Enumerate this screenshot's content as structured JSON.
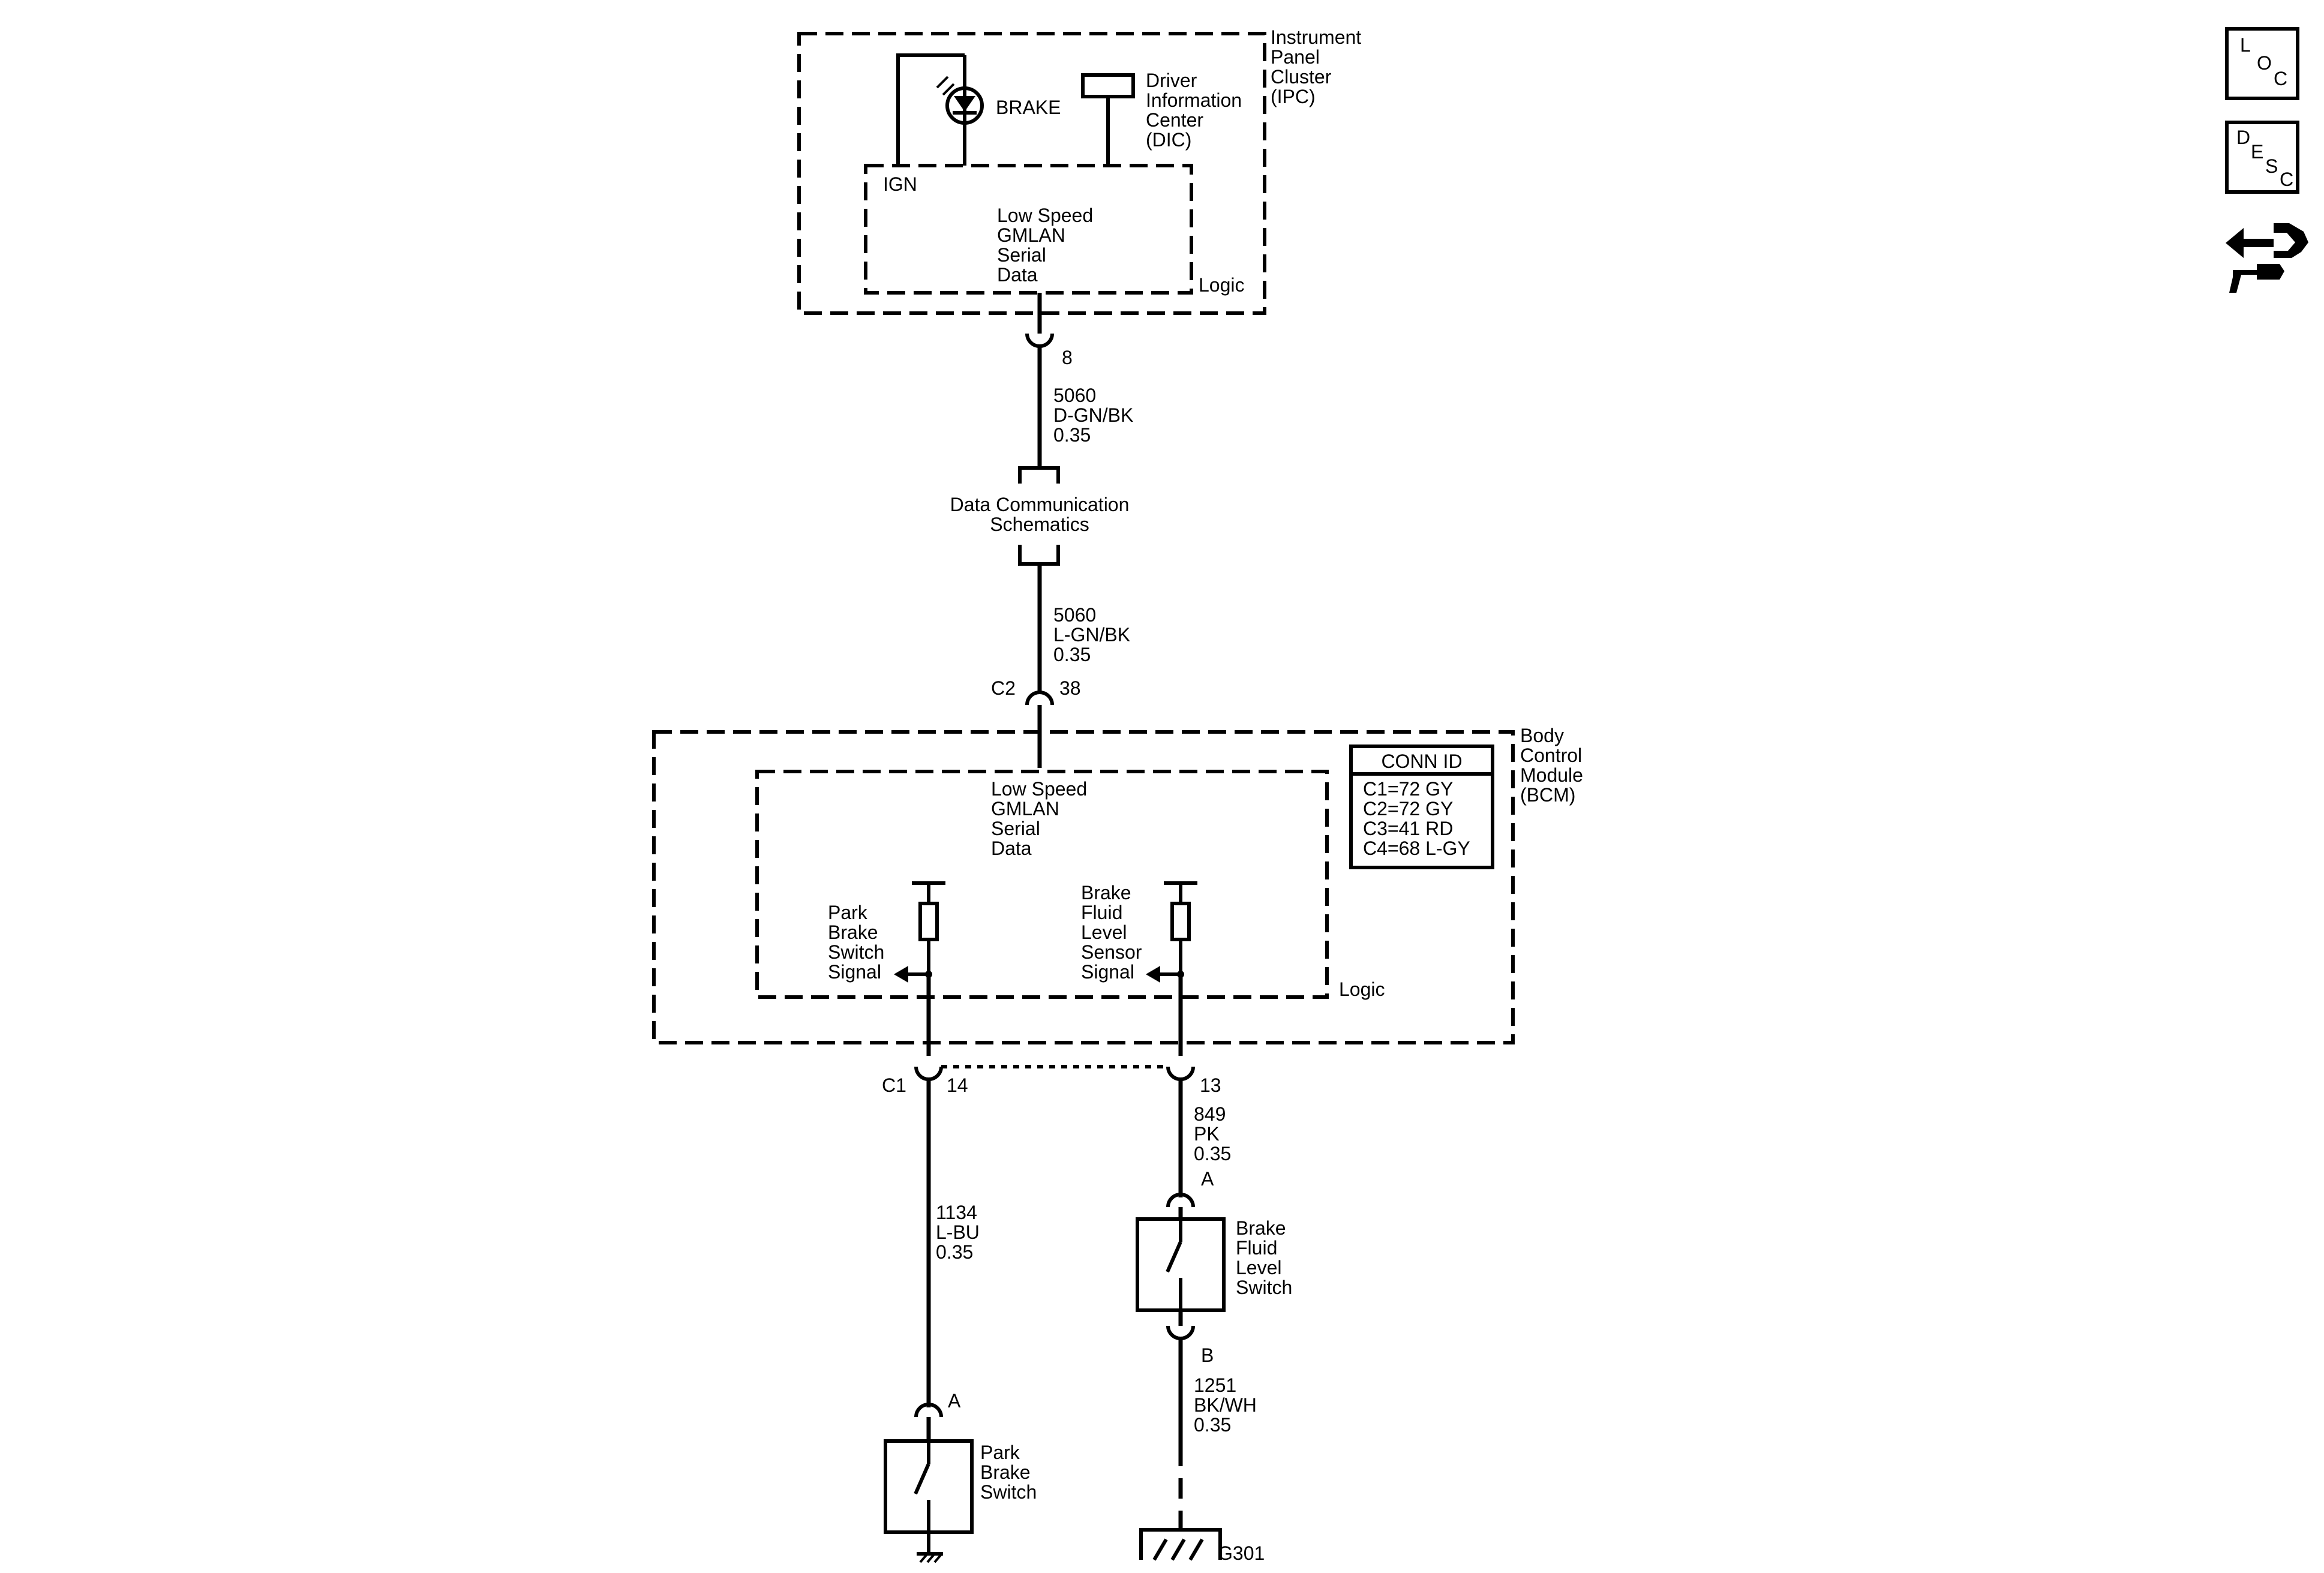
{
  "ipc": {
    "name": [
      "Instrument",
      "Panel",
      "Cluster",
      "(IPC)"
    ],
    "brake_label": "BRAKE",
    "dic": [
      "Driver",
      "Information",
      "Center",
      "(DIC)"
    ],
    "ign": "IGN",
    "serial": [
      "Low Speed",
      "GMLAN",
      "Serial",
      "Data"
    ],
    "logic": "Logic",
    "pin": "8"
  },
  "wires": {
    "w1": [
      "5060",
      "D-GN/BK",
      "0.35"
    ],
    "w2": [
      "5060",
      "L-GN/BK",
      "0.35"
    ],
    "w3": [
      "849",
      "PK",
      "0.35"
    ],
    "w4": [
      "1134",
      "L-BU",
      "0.35"
    ],
    "w5": [
      "1251",
      "BK/WH",
      "0.35"
    ]
  },
  "dcs": [
    "Data Communication",
    "Schematics"
  ],
  "bcm": {
    "name": [
      "Body",
      "Control",
      "Module",
      "(BCM)"
    ],
    "c2_conn": "C2",
    "c2_pin": "38",
    "serial": [
      "Low Speed",
      "GMLAN",
      "Serial",
      "Data"
    ],
    "park_signal": [
      "Park",
      "Brake",
      "Switch",
      "Signal"
    ],
    "fluid_signal": [
      "Brake",
      "Fluid",
      "Level",
      "Sensor",
      "Signal"
    ],
    "logic": "Logic",
    "conn_id": {
      "header": "CONN ID",
      "rows": [
        "C1=72 GY",
        "C2=72 GY",
        "C3=41 RD",
        "C4=68 L-GY"
      ]
    },
    "c1_conn": "C1",
    "c1_pin_14": "14",
    "c1_pin_13": "13"
  },
  "fluid_switch": {
    "pin_a": "A",
    "pin_b": "B",
    "name": [
      "Brake",
      "Fluid",
      "Level",
      "Switch"
    ]
  },
  "park_switch": {
    "pin_a": "A",
    "name": [
      "Park",
      "Brake",
      "Switch"
    ]
  },
  "ground": "G301",
  "icons": {
    "loc": [
      "L",
      "O",
      "C"
    ],
    "desc": [
      "D",
      "E",
      "S",
      "C"
    ],
    "nav": "connector-hand-icon"
  }
}
